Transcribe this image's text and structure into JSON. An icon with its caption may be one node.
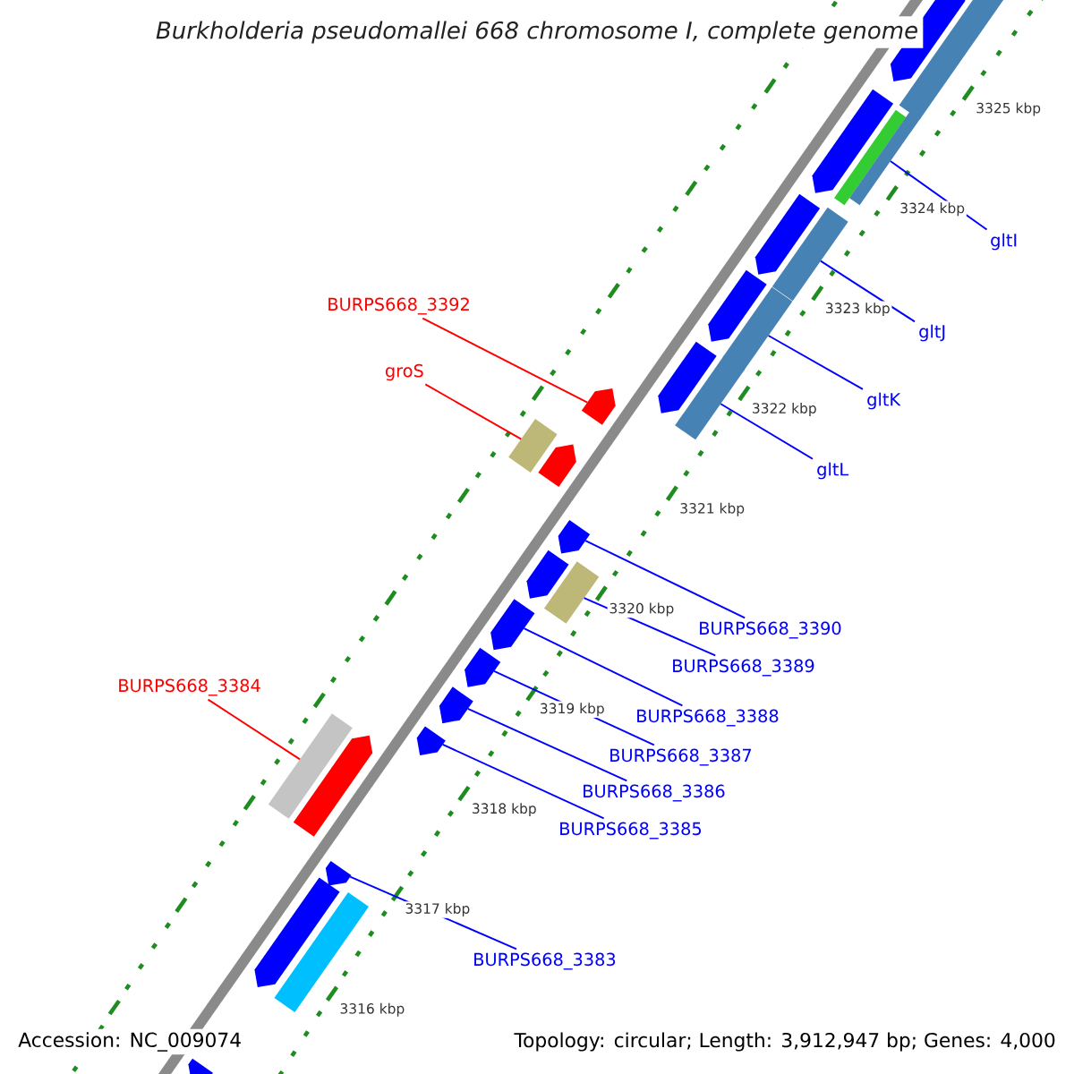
{
  "diagram": {
    "title": "Burkholderia pseudomallei 668 chromosome I, complete genome",
    "nodes": [
      {
        "text": [],
        "shape": "arrow"
      },
      {
        "text": [],
        "shape": "box"
      },
      {
        "text": [],
        "shape": "arrow"
      },
      {
        "text": [],
        "shape": "box"
      },
      {
        "text": [],
        "shape": "box"
      },
      {
        "text": [],
        "shape": "arrow"
      },
      {
        "text": [],
        "shape": "box"
      },
      {
        "text": [],
        "shape": "arrow"
      },
      {
        "text": [],
        "shape": "box"
      },
      {
        "text": [],
        "shape": "arrow"
      },
      {
        "text": [],
        "shape": "box"
      },
      {
        "text": [],
        "shape": "arrow"
      },
      {
        "text": [],
        "shape": "box"
      },
      {
        "text": [],
        "shape": "arrow"
      },
      {
        "text": [],
        "shape": "arrow"
      },
      {
        "text": [],
        "shape": "arrow"
      },
      {
        "text": [],
        "shape": "box"
      },
      {
        "text": [],
        "shape": "arrow"
      },
      {
        "text": [],
        "shape": "arrow"
      },
      {
        "text": [],
        "shape": "arrow"
      },
      {
        "text": [],
        "shape": "arrow"
      },
      {
        "text": [],
        "shape": "box"
      },
      {
        "text": [],
        "shape": "arrow"
      },
      {
        "text": [],
        "shape": "arrow"
      },
      {
        "text": [],
        "shape": "arrow"
      },
      {
        "text": [],
        "shape": "box"
      },
      {
        "text": [],
        "shape": "arrow"
      },
      {
        "text": [
          "gltI"
        ]
      },
      {
        "text": [
          "gltJ"
        ]
      },
      {
        "text": [
          "gltK"
        ]
      },
      {
        "text": [
          "gltL"
        ]
      },
      {
        "text": [
          "BURPS668_3392"
        ]
      },
      {
        "text": [
          "groS"
        ]
      },
      {
        "text": [
          "BURPS668_3390"
        ]
      },
      {
        "text": [
          "BURPS668_3389"
        ]
      },
      {
        "text": [
          "BURPS668_3388"
        ]
      },
      {
        "text": [
          "BURPS668_3387"
        ]
      },
      {
        "text": [
          "BURPS668_3386"
        ]
      },
      {
        "text": [
          "BURPS668_3385"
        ]
      },
      {
        "text": [
          "BURPS668_3384"
        ]
      },
      {
        "text": [
          "BURPS668_3383"
        ]
      }
    ],
    "edges": [
      {
        "from": 27,
        "to": 4,
        "arrow": "none"
      },
      {
        "from": 28,
        "to": 6,
        "arrow": "none"
      },
      {
        "from": 29,
        "to": 8,
        "arrow": "none"
      },
      {
        "from": 30,
        "to": 10,
        "arrow": "none"
      },
      {
        "from": 31,
        "to": 11,
        "arrow": "none",
        "color": "#ff0000"
      },
      {
        "from": 32,
        "to": 12,
        "arrow": "none",
        "color": "#ff0000"
      },
      {
        "from": 33,
        "to": 14,
        "arrow": "none"
      },
      {
        "from": 34,
        "to": 16,
        "arrow": "none"
      },
      {
        "from": 35,
        "to": 17,
        "arrow": "none"
      },
      {
        "from": 36,
        "to": 18,
        "arrow": "none"
      },
      {
        "from": 37,
        "to": 19,
        "arrow": "none"
      },
      {
        "from": 38,
        "to": 20,
        "arrow": "none"
      },
      {
        "from": 39,
        "to": 21,
        "arrow": "none",
        "color": "#ff0000"
      },
      {
        "from": 40,
        "to": 23,
        "arrow": "none"
      }
    ],
    "labels": [
      "3325 kbp",
      "3324 kbp",
      "3323 kbp",
      "3322 kbp",
      "3321 kbp",
      "3320 kbp",
      "3319 kbp",
      "3318 kbp",
      "3317 kbp",
      "3316 kbp",
      "Accession: NC_009074",
      "Topology: circular; Length: 3,912,947 bp; Genes: 4,000"
    ]
  }
}
